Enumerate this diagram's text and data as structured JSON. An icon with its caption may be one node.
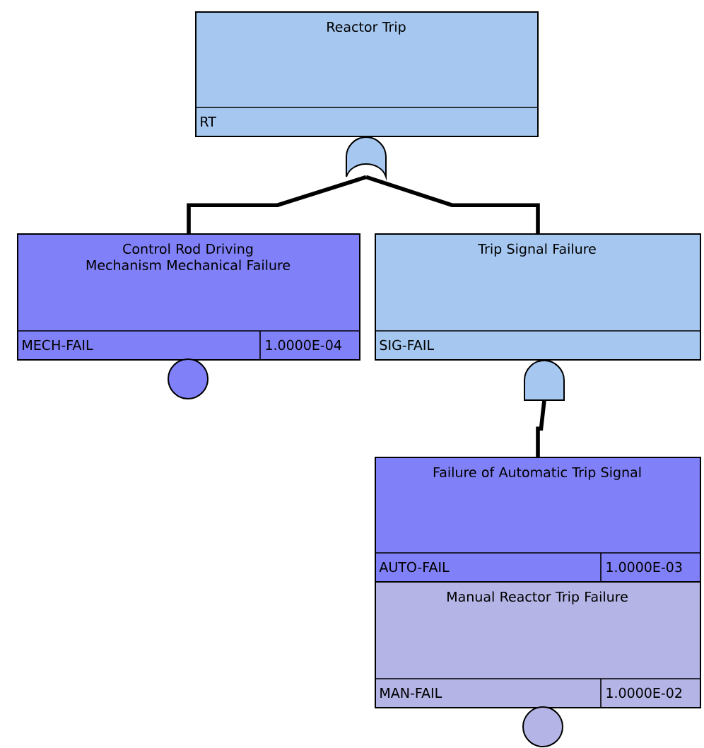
{
  "diagram": {
    "nodes": [
      {
        "text": [
          "Reactor Trip",
          "RT"
        ]
      },
      {
        "text": [],
        "shape": "or-gate"
      },
      {
        "text": [
          "Control Rod Driving Mechanism Mechanical Failure",
          "MECH-FAIL",
          "1.0000E-04"
        ]
      },
      {
        "text": [],
        "shape": "circle"
      },
      {
        "text": [
          "Trip Signal Failure",
          "SIG-FAIL"
        ]
      },
      {
        "text": [],
        "shape": "and-gate"
      },
      {
        "text": [
          "Failure of Automatic Trip Signal",
          "AUTO-FAIL",
          "1.0000E-03"
        ]
      },
      {
        "text": [
          "Manual Reactor Trip Failure",
          "MAN-FAIL",
          "1.0000E-02"
        ]
      },
      {
        "text": [],
        "shape": "circle"
      }
    ],
    "edges": [
      {
        "from": 1,
        "to": 2,
        "arrow": "none"
      },
      {
        "from": 1,
        "to": 4,
        "arrow": "none"
      },
      {
        "from": 5,
        "to": 6,
        "arrow": "none"
      }
    ]
  }
}
